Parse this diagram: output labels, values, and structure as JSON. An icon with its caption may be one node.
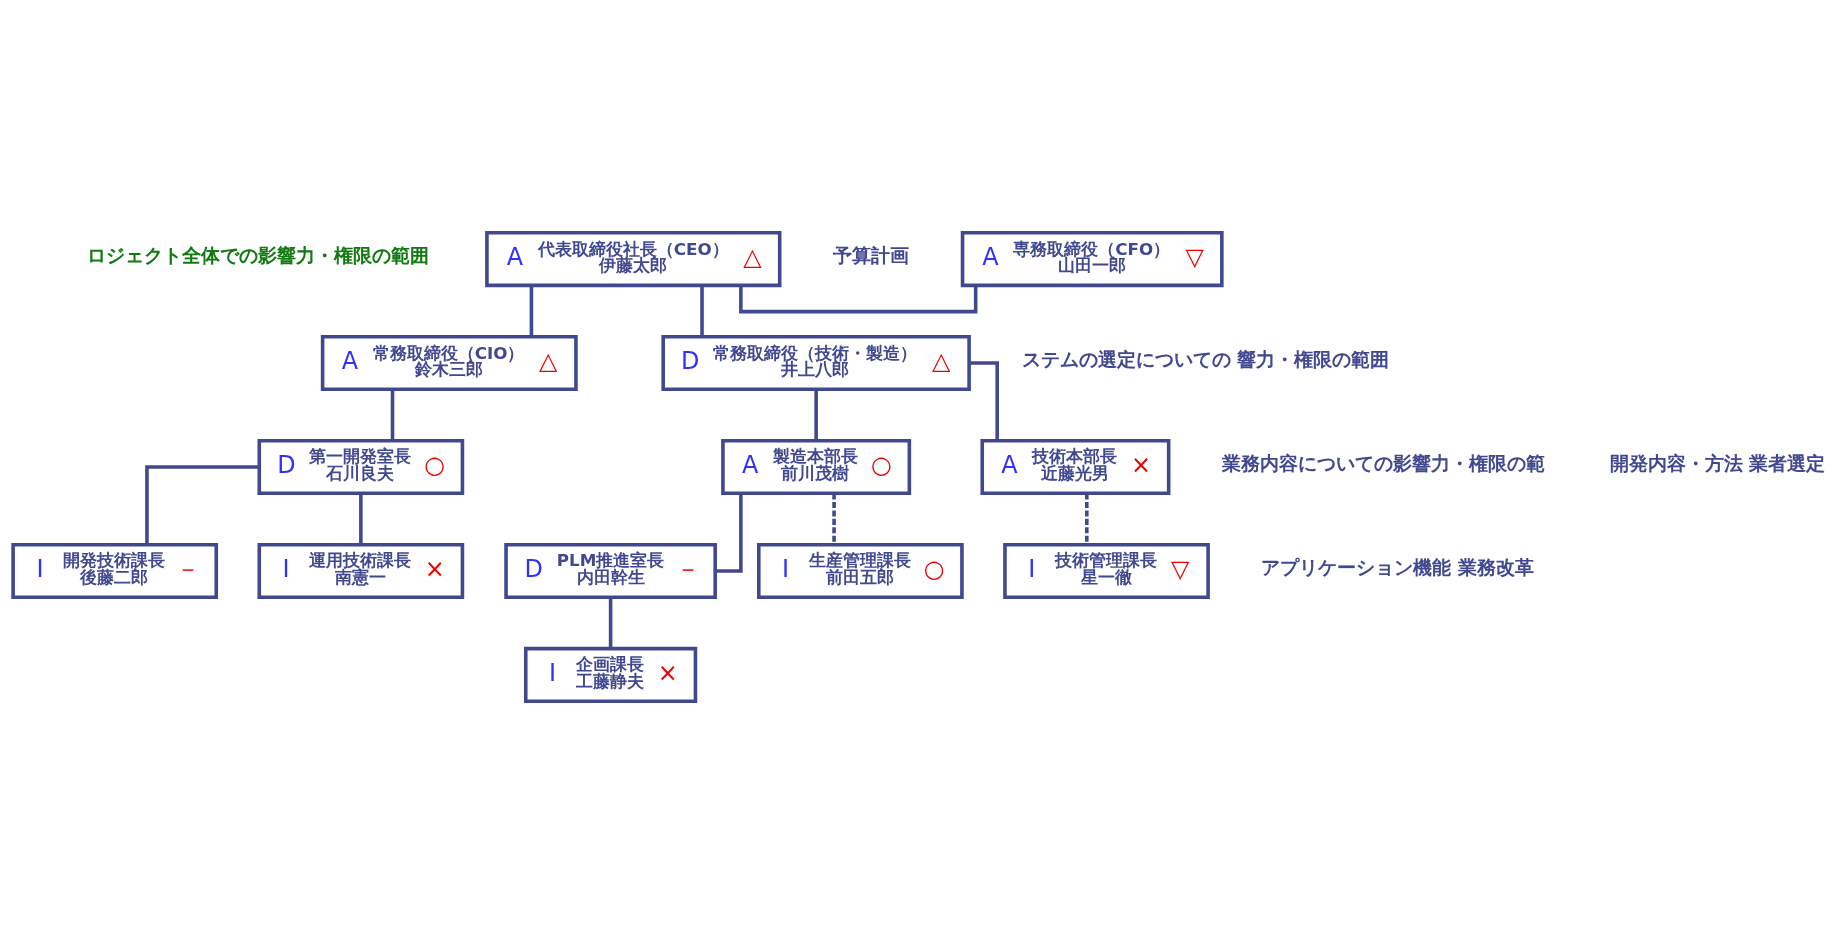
{
  "diagram": {
    "nodes": [
      {
        "text": [
          "A",
          "代表取締役社長（CEO）",
          "伊藤太郎",
          "△"
        ]
      },
      {
        "text": [
          "A",
          "専務取締役（CFO）",
          "山田一郎",
          "▽"
        ]
      },
      {
        "text": [
          "A",
          "常務取締役（CIO）",
          "鈴木三郎",
          "△"
        ]
      },
      {
        "text": [
          "D",
          "常務取締役（技術・製造）",
          "井上八郎",
          "△"
        ]
      },
      {
        "text": [
          "D",
          "第一開発室長",
          "石川良夫",
          "○"
        ]
      },
      {
        "text": [
          "A",
          "製造本部長",
          "前川茂樹",
          "○"
        ]
      },
      {
        "text": [
          "A",
          "技術本部長",
          "近藤光男",
          "×"
        ]
      },
      {
        "text": [
          "D",
          "PLM推進室長",
          "内田幹生",
          "－"
        ]
      },
      {
        "text": [
          "I",
          "開発技術課長",
          "後藤二郎",
          "－"
        ]
      },
      {
        "text": [
          "I",
          "運用技術課長",
          "南憲一",
          "×"
        ]
      },
      {
        "text": [
          "I",
          "企画課長",
          "工藤静夫",
          "×"
        ]
      },
      {
        "text": [
          "I",
          "生産管理課長",
          "前田五郎",
          "○"
        ]
      },
      {
        "text": [
          "I",
          "技術管理課長",
          "星一徹",
          "▽"
        ]
      }
    ],
    "edges": [
      {
        "from": 0,
        "to": 1,
        "arrow": "none"
      },
      {
        "from": 0,
        "to": 2,
        "arrow": "none"
      },
      {
        "from": 0,
        "to": 3,
        "arrow": "none"
      },
      {
        "from": 2,
        "to": 4,
        "arrow": "none"
      },
      {
        "from": 3,
        "to": 5,
        "arrow": "none"
      },
      {
        "from": 3,
        "to": 6,
        "arrow": "none"
      },
      {
        "from": 5,
        "to": 7,
        "arrow": "none"
      },
      {
        "from": 4,
        "to": 8,
        "arrow": "none"
      },
      {
        "from": 4,
        "to": 9,
        "arrow": "none"
      },
      {
        "from": 7,
        "to": 10,
        "arrow": "none"
      },
      {
        "from": 5,
        "to": 11,
        "arrow": "none",
        "style": "dashed"
      },
      {
        "from": 6,
        "to": 12,
        "arrow": "none",
        "style": "dashed"
      }
    ],
    "labels": [
      "ロジェクト全体での影響力・権限の範囲",
      "予算計画",
      "ステムの選定についての 響力・権限の範囲",
      "業務内容についての影響力・権限の範",
      "開発内容・方法 業者選定",
      "アプリケーション機能 業務改革"
    ]
  }
}
